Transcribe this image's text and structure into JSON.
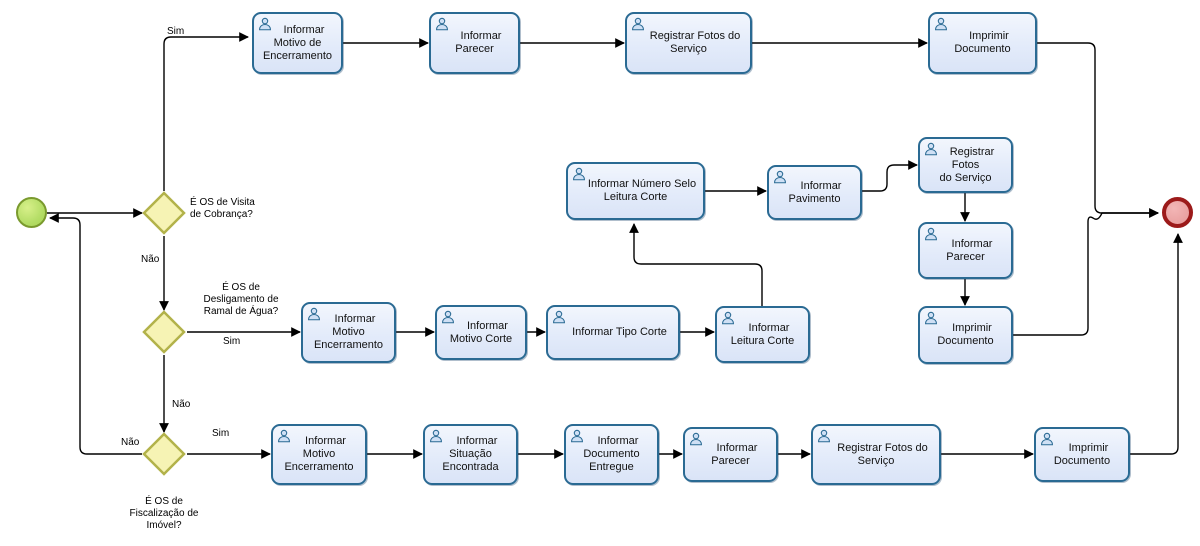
{
  "diagram": {
    "type": "bpmn-process-flow",
    "language": "pt-BR",
    "colors": {
      "task_border": "#2a6a93",
      "task_fill": "#e3ebfa",
      "gateway_border": "#b2b24a",
      "gateway_fill": "#f6f3b4",
      "start_event": "#b4dd66",
      "start_event_border": "#7a9a2e",
      "end_event": "#eba4a4",
      "end_event_border": "#9c1a1a",
      "connector": "#000000"
    }
  },
  "events": {
    "start": {
      "name": "start-event",
      "label": ""
    },
    "end": {
      "name": "end-event",
      "label": ""
    }
  },
  "gateways": [
    {
      "id": "gw1",
      "label": "É OS de Visita\nde Cobrança?"
    },
    {
      "id": "gw2",
      "label": "É OS de\nDesligamento de\nRamal de Água?"
    },
    {
      "id": "gw3",
      "label": "É OS de\nFiscalização de\nImóvel?"
    }
  ],
  "flow_labels": {
    "gw1_yes": "Sim",
    "gw1_no": "Não",
    "gw2_yes": "Sim",
    "gw2_no": "Não",
    "gw3_yes": "Sim",
    "gw3_no": "Não"
  },
  "tasks": [
    {
      "id": "t1",
      "label": "Informar\nMotivo de\nEncerramento",
      "icon": "user-task-icon",
      "row": "top"
    },
    {
      "id": "t2",
      "label": "Informar\nParecer",
      "icon": "user-task-icon",
      "row": "top"
    },
    {
      "id": "t3",
      "label": "Registrar Fotos do\nServiço",
      "icon": "user-task-icon",
      "row": "top"
    },
    {
      "id": "t4",
      "label": "Imprimir\nDocumento",
      "icon": "user-task-icon",
      "row": "top"
    },
    {
      "id": "t5",
      "label": "Informar Número Selo\nLeitura Corte",
      "icon": "user-task-icon",
      "row": "mid"
    },
    {
      "id": "t6",
      "label": "Informar\nPavimento",
      "icon": "user-task-icon",
      "row": "mid"
    },
    {
      "id": "t7",
      "label": "Registrar Fotos\ndo Serviço",
      "icon": "user-task-icon",
      "row": "mid-col"
    },
    {
      "id": "t8",
      "label": "Informar\nParecer",
      "icon": "user-task-icon",
      "row": "mid-col"
    },
    {
      "id": "t9",
      "label": "Imprimir\nDocumento",
      "icon": "user-task-icon",
      "row": "mid-col"
    },
    {
      "id": "t10",
      "label": "Informar\nMotivo\nEncerramento",
      "icon": "user-task-icon",
      "row": "mid2"
    },
    {
      "id": "t11",
      "label": "Informar\nMotivo Corte",
      "icon": "user-task-icon",
      "row": "mid2"
    },
    {
      "id": "t12",
      "label": "Informar Tipo Corte",
      "icon": "user-task-icon",
      "row": "mid2"
    },
    {
      "id": "t13",
      "label": "Informar\nLeitura Corte",
      "icon": "user-task-icon",
      "row": "mid2"
    },
    {
      "id": "t14",
      "label": "Informar\nMotivo\nEncerramento",
      "icon": "user-task-icon",
      "row": "bottom"
    },
    {
      "id": "t15",
      "label": "Informar\nSituação\nEncontrada",
      "icon": "user-task-icon",
      "row": "bottom"
    },
    {
      "id": "t16",
      "label": "Informar\nDocumento\nEntregue",
      "icon": "user-task-icon",
      "row": "bottom"
    },
    {
      "id": "t17",
      "label": "Informar\nParecer",
      "icon": "user-task-icon",
      "row": "bottom"
    },
    {
      "id": "t18",
      "label": "Registrar Fotos do\nServiço",
      "icon": "user-task-icon",
      "row": "bottom"
    },
    {
      "id": "t19",
      "label": "Imprimir\nDocumento",
      "icon": "user-task-icon",
      "row": "bottom"
    }
  ]
}
